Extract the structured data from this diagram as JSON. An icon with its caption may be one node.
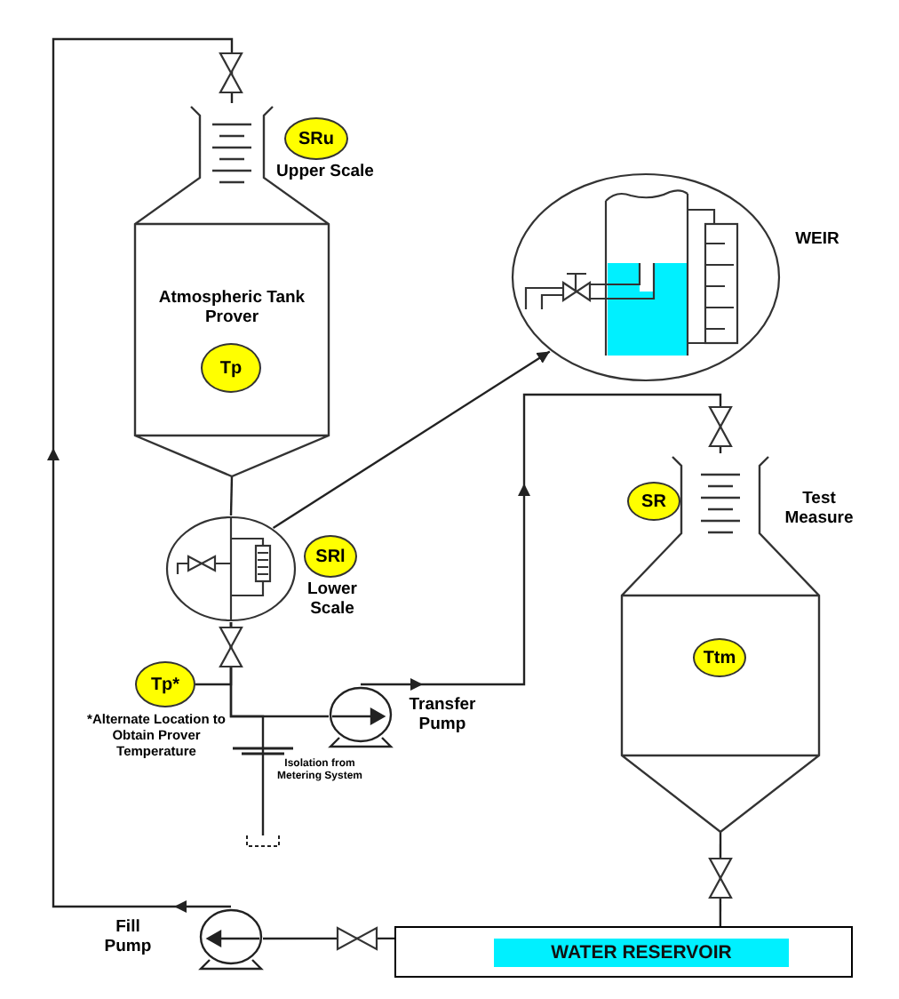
{
  "diagram": {
    "nodes": [
      {
        "text": [
          "Atmospheric Tank Prover"
        ]
      },
      {
        "text": [
          "Tp"
        ],
        "in": 0
      },
      {
        "text": [
          "SRu"
        ],
        "beside": [
          "Upper Scale"
        ]
      },
      {
        "text": [
          "WEIR"
        ]
      },
      {
        "text": [],
        "shape": "circle"
      },
      {
        "text": [
          "SRl"
        ],
        "beside": [
          "Lower Scale"
        ]
      },
      {
        "text": [
          "Tp*"
        ],
        "beside": [
          "*Alternate Location to Obtain Prover Temperature"
        ]
      },
      {
        "text": [],
        "shape": "pump",
        "beside": [
          "Transfer Pump"
        ]
      },
      {
        "text": [
          "Test Measure"
        ]
      },
      {
        "text": [
          "SR"
        ],
        "in": 8
      },
      {
        "text": [
          "Ttm"
        ],
        "in": 8
      },
      {
        "text": [
          "WATER RESERVOIR"
        ]
      },
      {
        "text": [],
        "shape": "pump",
        "beside": [
          "Fill Pump"
        ]
      },
      {
        "text": [],
        "shape": "box"
      }
    ],
    "edges": [
      {
        "from": 0,
        "to": 4,
        "arrow": "none"
      },
      {
        "from": 4,
        "to": 3,
        "arrow": "to"
      },
      {
        "from": 4,
        "to": 7,
        "arrow": "none"
      },
      {
        "from": 7,
        "to": 8,
        "arrow": "to"
      },
      {
        "from": 8,
        "to": 11,
        "arrow": "none"
      },
      {
        "from": 11,
        "to": 12,
        "arrow": "none"
      },
      {
        "from": 12,
        "to": 0,
        "arrow": "to"
      },
      {
        "from": 6,
        "to": 4,
        "arrow": "none"
      },
      {
        "from": 4,
        "to": 13,
        "arrow": "none"
      }
    ],
    "labels": [
      "Isolation from Metering System"
    ]
  }
}
